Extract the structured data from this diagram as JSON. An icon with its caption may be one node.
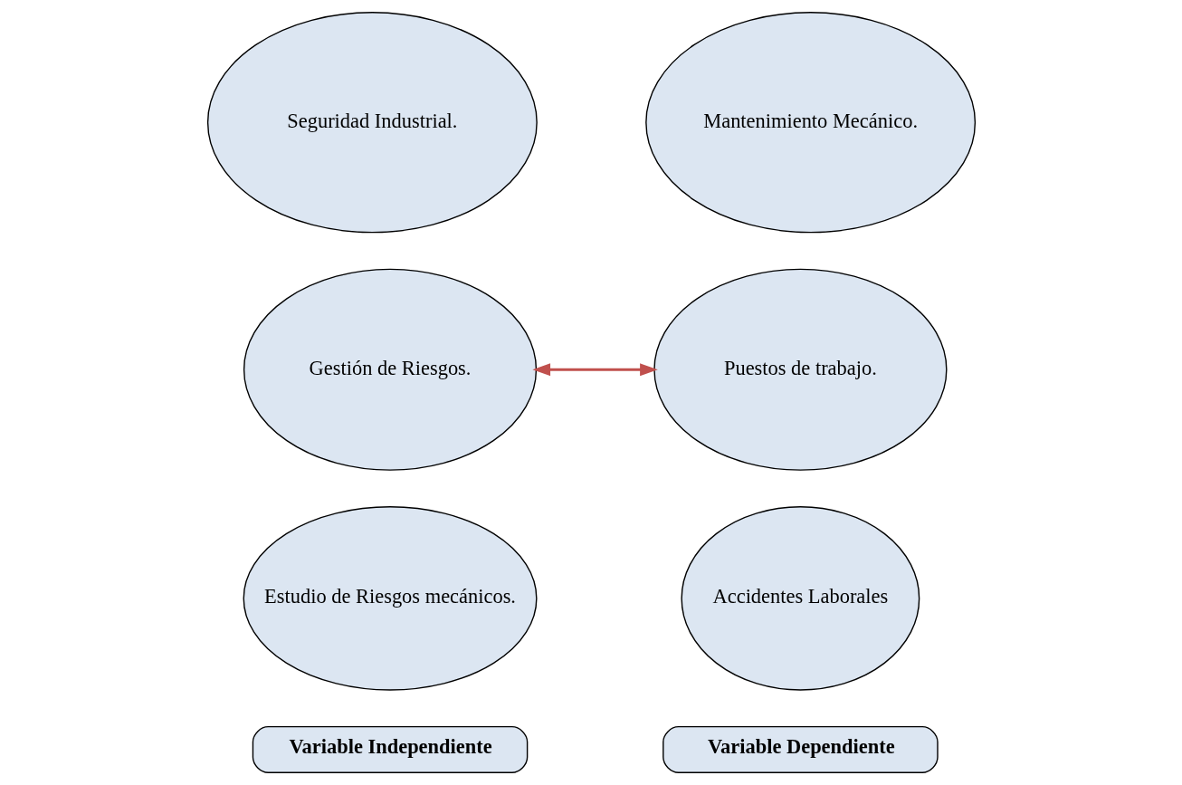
{
  "diagram": {
    "nodes": [
      {
        "text": [
          "Seguridad Industrial."
        ]
      },
      {
        "text": [
          "Gestión de Riesgos."
        ]
      },
      {
        "text": [
          "Estudio de Riesgos mecánicos."
        ]
      },
      {
        "text": [
          "Mantenimiento Mecánico."
        ]
      },
      {
        "text": [
          "Puestos de trabajo."
        ]
      },
      {
        "text": [
          "Accidentes Laborales"
        ]
      },
      {
        "text": [
          "Variable Independiente"
        ]
      },
      {
        "text": [
          "Variable Dependiente"
        ]
      }
    ],
    "edges": [
      {
        "from": 1,
        "to": 4,
        "arrow": "both",
        "color": "#c0504d"
      }
    ]
  }
}
